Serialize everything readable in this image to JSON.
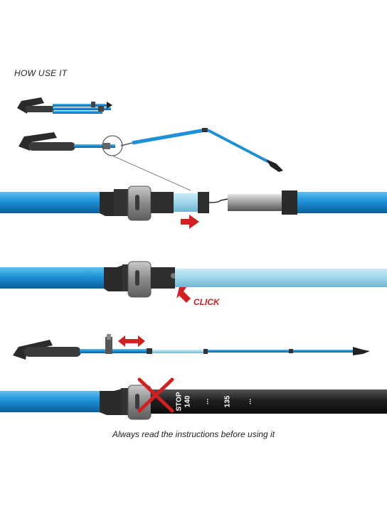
{
  "heading": "HOW USE IT",
  "click_label": "CLICK",
  "footer": "Always read the instructions before using it",
  "scale": {
    "stop_label": "STOP",
    "mark_1": "140",
    "mark_2": "135",
    "dots": "..."
  },
  "colors": {
    "pole_blue": "#1e90d6",
    "pole_light_blue": "#9fd6ea",
    "grip_black": "#2b2b2b",
    "lock_gray": "#8a8a8a",
    "arrow_red": "#d21f1f",
    "shaft_dark": "#1f1f1f"
  },
  "icons": [
    "red-arrow-right-icon",
    "red-arrow-up-left-icon",
    "red-double-arrow-icon",
    "red-x-mark-icon"
  ]
}
